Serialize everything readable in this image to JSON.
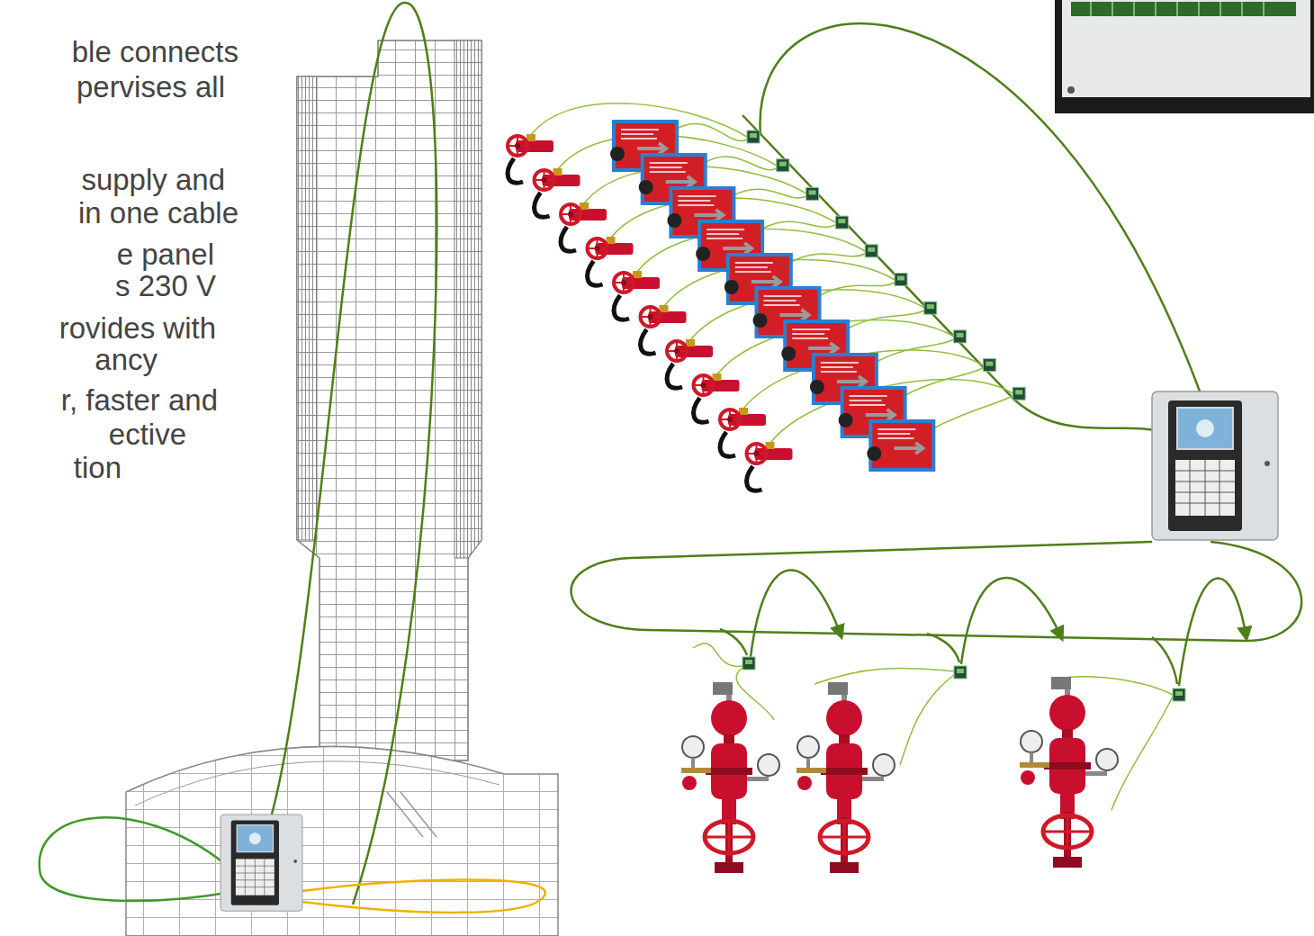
{
  "diagram": {
    "labels": [
      "ble connects",
      "pervises all",
      "supply and",
      "in one cable",
      "e panel",
      "s 230 V",
      "rovides with",
      "ancy",
      "r, faster and",
      "ective",
      "tion"
    ]
  }
}
